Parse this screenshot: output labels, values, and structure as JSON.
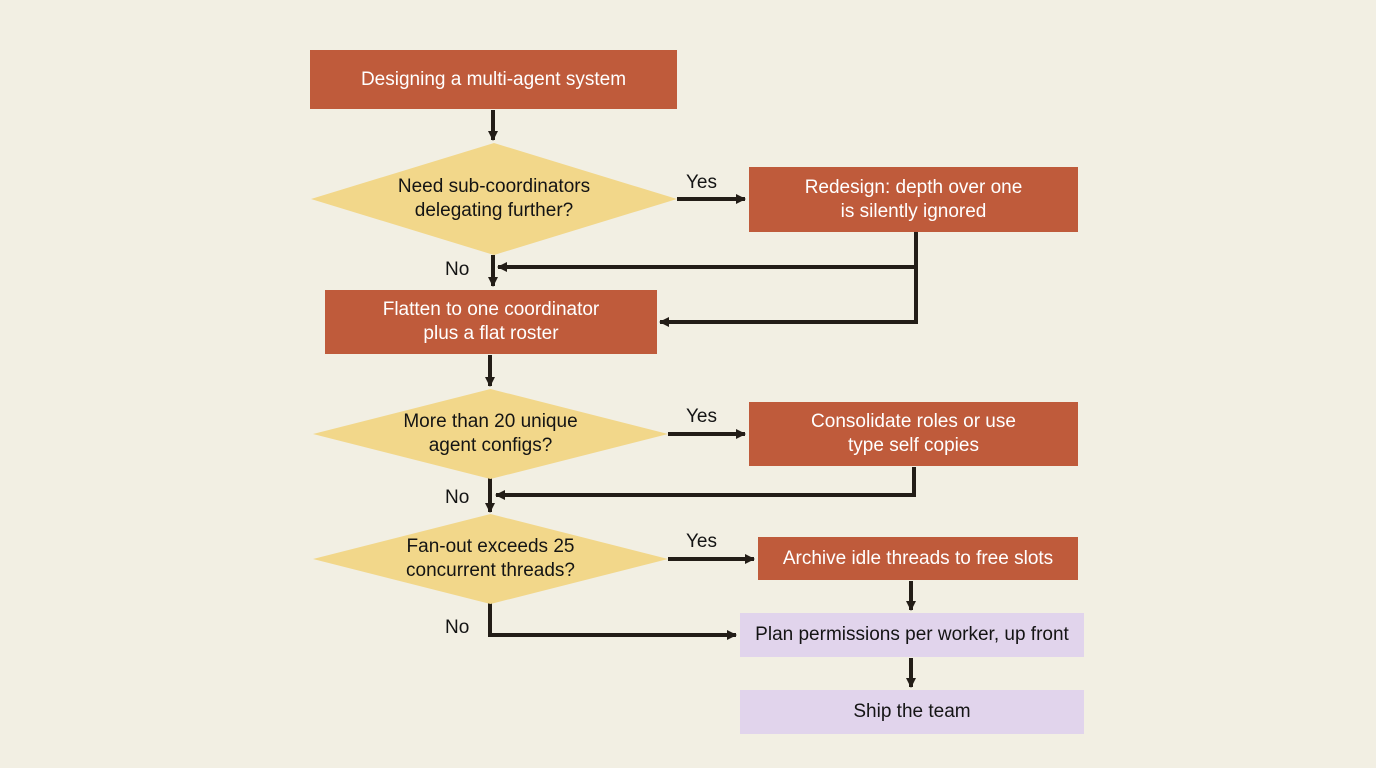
{
  "colors": {
    "background": "#f2efe3",
    "process": "#bf5b3b",
    "decision": "#f2d78a",
    "terminal": "#e1d4ec",
    "connector": "#231d17"
  },
  "start": {
    "line1": "Designing a multi-agent system"
  },
  "decision1": {
    "line1": "Need sub-coordinators",
    "line2": "delegating further?"
  },
  "redesign": {
    "line1": "Redesign: depth over one",
    "line2": "is silently ignored"
  },
  "flatten": {
    "line1": "Flatten to one coordinator",
    "line2": "plus a flat roster"
  },
  "decision2": {
    "line1": "More than 20 unique",
    "line2": "agent configs?"
  },
  "consolidate": {
    "line1": "Consolidate roles or use",
    "line2": "type self copies"
  },
  "decision3": {
    "line1": "Fan-out exceeds 25",
    "line2": "concurrent threads?"
  },
  "archive": {
    "line1": "Archive idle threads to free slots"
  },
  "permissions": {
    "line1": "Plan permissions per worker, up front"
  },
  "ship": {
    "line1": "Ship the team"
  },
  "labels": {
    "yes1": "Yes",
    "no1": "No",
    "yes2": "Yes",
    "no2": "No",
    "yes3": "Yes",
    "no3": "No"
  }
}
